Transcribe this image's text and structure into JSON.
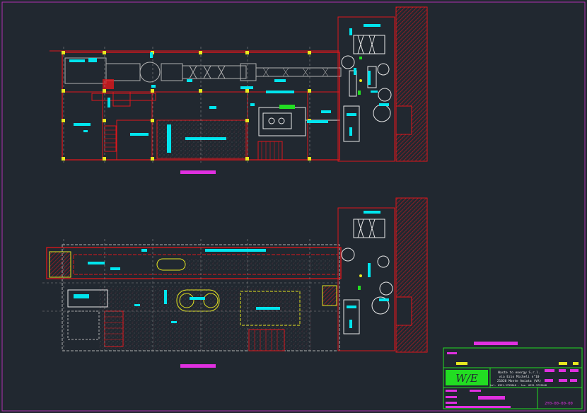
{
  "colors": {
    "background": "#212830",
    "wall": "#e0161c",
    "cyan": "#00e5ee",
    "green": "#22dd22",
    "yellow": "#e8e820",
    "magenta": "#e030e0",
    "white": "#e8e8e8",
    "grey": "#8c8c8c",
    "hatch": "#c05060"
  },
  "title_block": {
    "logo": "W/E",
    "company_line1": "Waste to energy S.r.l.",
    "company_line2": "via Ezio Micheli n°10",
    "company_line3": "21020 Monte Amiata (VA)",
    "company_line4": "tel. 0331.3793848  -  fax. 0331.3793848",
    "drawing_code": "2Y0-00-00-00"
  },
  "icons": {
    "logo": "wte-logo"
  }
}
